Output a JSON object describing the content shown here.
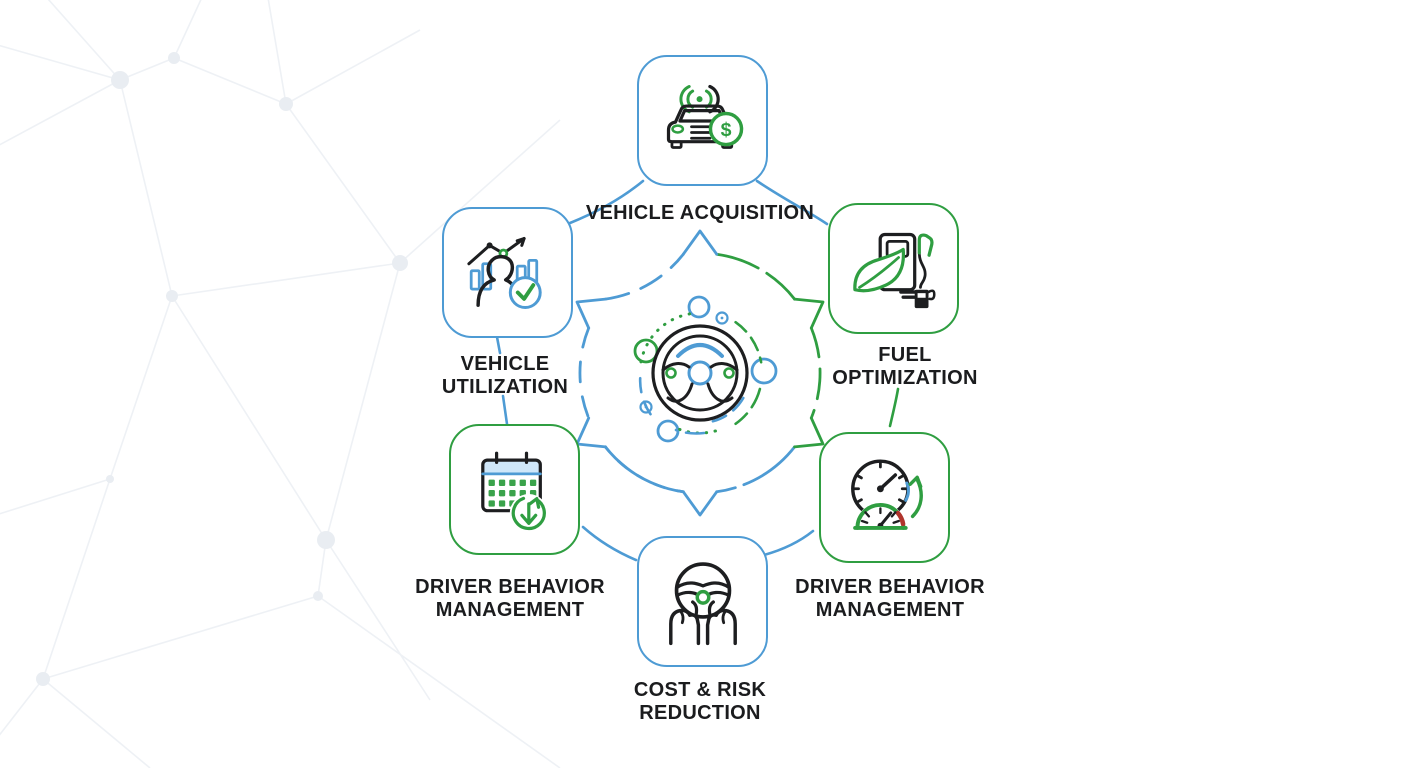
{
  "diagram": {
    "title": "Fleet management cycle infographic",
    "colors": {
      "blue": "#4e9bd4",
      "green": "#2f9e41",
      "ink": "#1b1c1e",
      "red": "#b0342c",
      "calendar_header_fill": "#cfe7f9",
      "network_line": "#eef1f5",
      "background": "#ffffff"
    },
    "center": {
      "icon": "steering-wheel-icon"
    },
    "nodes": [
      {
        "id": "vehicle-acquisition",
        "accent": "blue",
        "icon": "connected-car-dollar-icon",
        "label_lines": [
          "VEHICLE ACQUISITION"
        ]
      },
      {
        "id": "fuel-optimization",
        "accent": "green",
        "icon": "fuel-pump-leaf-icon",
        "label_lines": [
          "FUEL",
          "OPTIMIZATION"
        ]
      },
      {
        "id": "driver-behavior-management-right",
        "accent": "green",
        "icon": "speedometer-icon",
        "label_lines": [
          "DRIVER BEHAVIOR",
          "MANAGEMENT"
        ]
      },
      {
        "id": "cost-risk-reduction",
        "accent": "blue",
        "icon": "hands-steering-wheel-icon",
        "label_lines": [
          "COST & RISK",
          "REDUCTION"
        ]
      },
      {
        "id": "driver-behavior-management-left",
        "accent": "green",
        "icon": "calendar-schedule-icon",
        "label_lines": [
          "DRIVER BEHAVIOR",
          "MANAGEMENT"
        ]
      },
      {
        "id": "vehicle-utilization",
        "accent": "blue",
        "icon": "person-analytics-icon",
        "label_lines": [
          "VEHICLE",
          "UTILIZATION"
        ]
      }
    ]
  }
}
